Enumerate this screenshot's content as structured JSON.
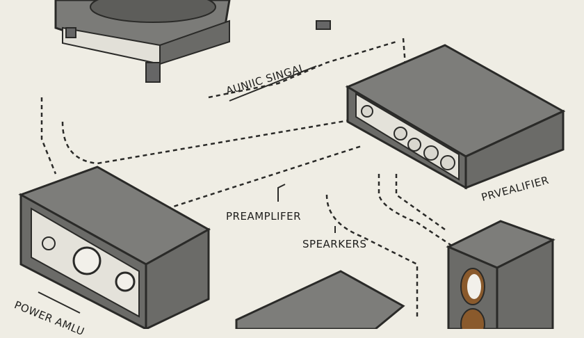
{
  "labels": {
    "audio_signal": "AUNIIC SINGAL",
    "preamplifier_left": "PREAMPLIFER",
    "preamplifier_right": "PRVEALIFIER",
    "speakers": "SPEARKERS",
    "power_amplifier": "POWER AMLU"
  },
  "colors": {
    "background": "#efede4",
    "device": "#7b7b78",
    "outline": "#2a2a28",
    "panel": "#e4e2da",
    "cone": "#8a5a2c"
  }
}
